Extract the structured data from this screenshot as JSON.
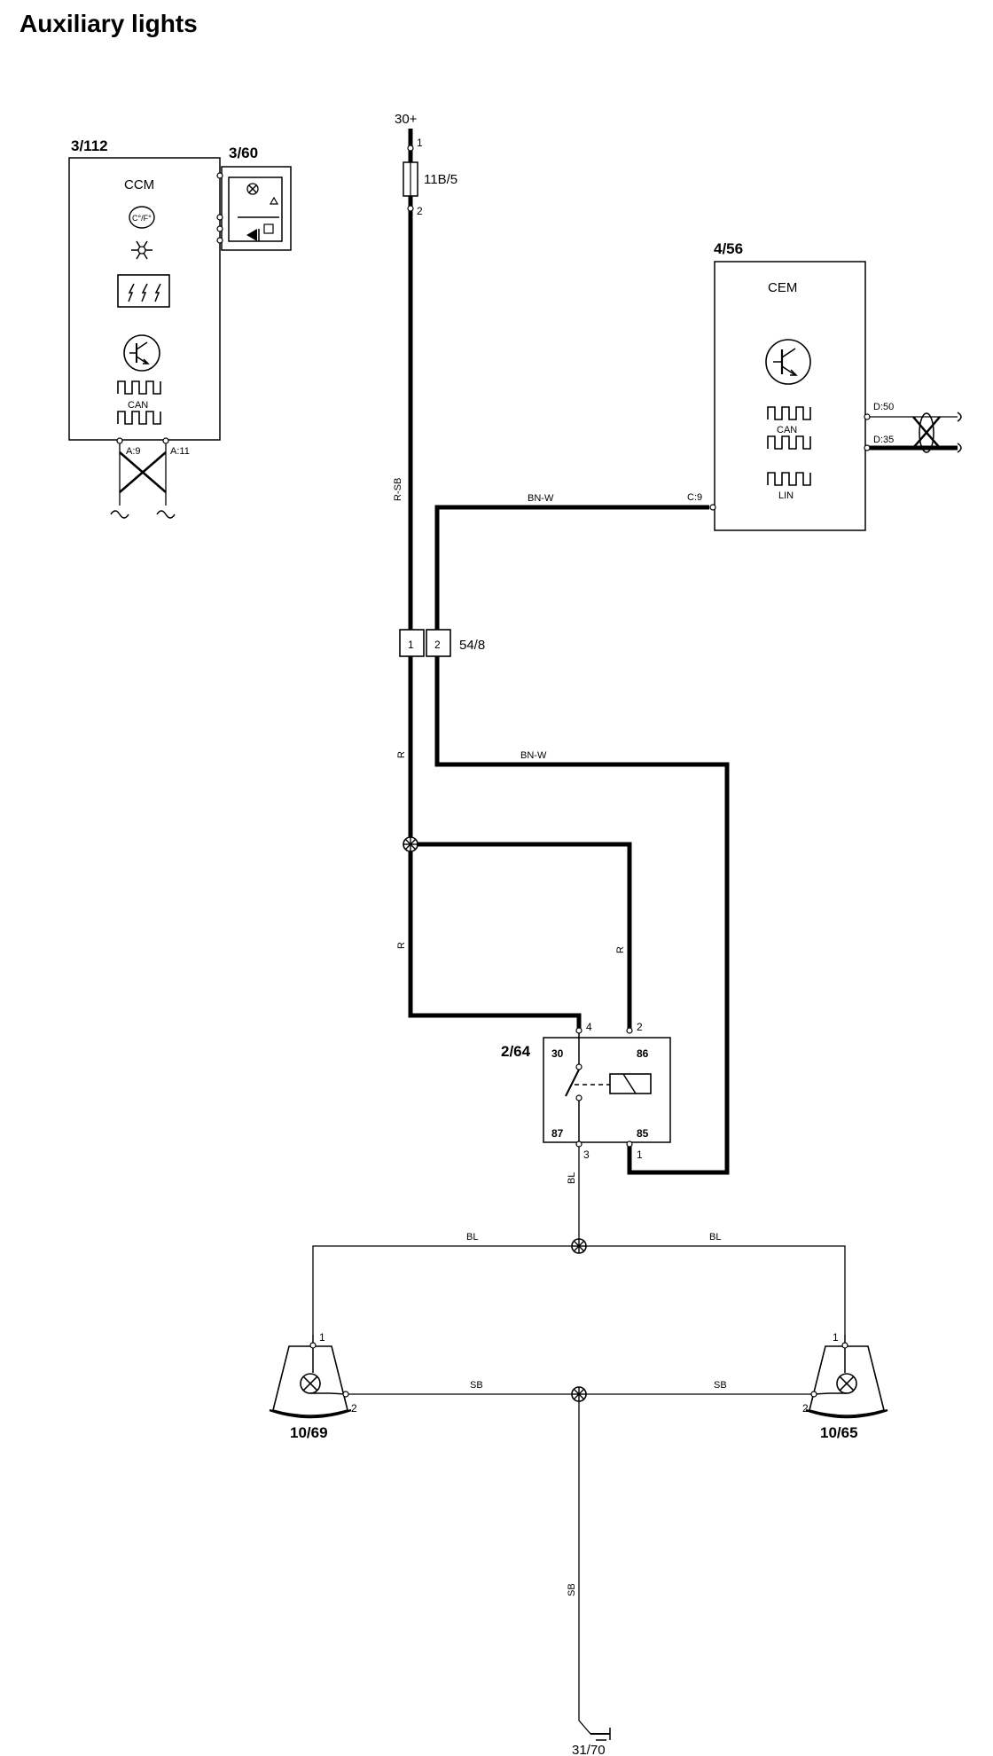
{
  "title": "Auxiliary lights",
  "components": {
    "ccm": {
      "ref": "3/112",
      "name": "CCM",
      "can_label": "CAN",
      "temp_label": "C°/F°",
      "pins": [
        "A:9",
        "A:11"
      ]
    },
    "ccm_panel": {
      "ref": "3/60"
    },
    "cem": {
      "ref": "4/56",
      "name": "CEM",
      "can_label": "CAN",
      "lin_label": "LIN",
      "pins": [
        "D:50",
        "D:35",
        "C:9"
      ]
    },
    "power": {
      "label": "30+"
    },
    "fuse": {
      "ref": "11B/5",
      "pin_top": "1",
      "pin_bottom": "2"
    },
    "connector": {
      "ref": "54/8",
      "pin1": "1",
      "pin2": "2"
    },
    "relay": {
      "ref": "2/64",
      "terminals": [
        "30",
        "86",
        "87",
        "85"
      ],
      "pins": [
        "4",
        "2",
        "3",
        "1"
      ]
    },
    "lamp_left": {
      "ref": "10/69",
      "pin1": "1",
      "pin2": "2"
    },
    "lamp_right": {
      "ref": "10/65",
      "pin1": "1",
      "pin2": "2"
    },
    "ground": {
      "ref": "31/70"
    }
  },
  "wires": {
    "r_sb": "R-SB",
    "bn_w_top": "BN-W",
    "bn_w_mid": "BN-W",
    "r_upper": "R",
    "r_left": "R",
    "r_right": "R",
    "bl_vertical": "BL",
    "bl_left": "BL",
    "bl_right": "BL",
    "sb_left": "SB",
    "sb_right": "SB",
    "sb_vertical": "SB"
  }
}
